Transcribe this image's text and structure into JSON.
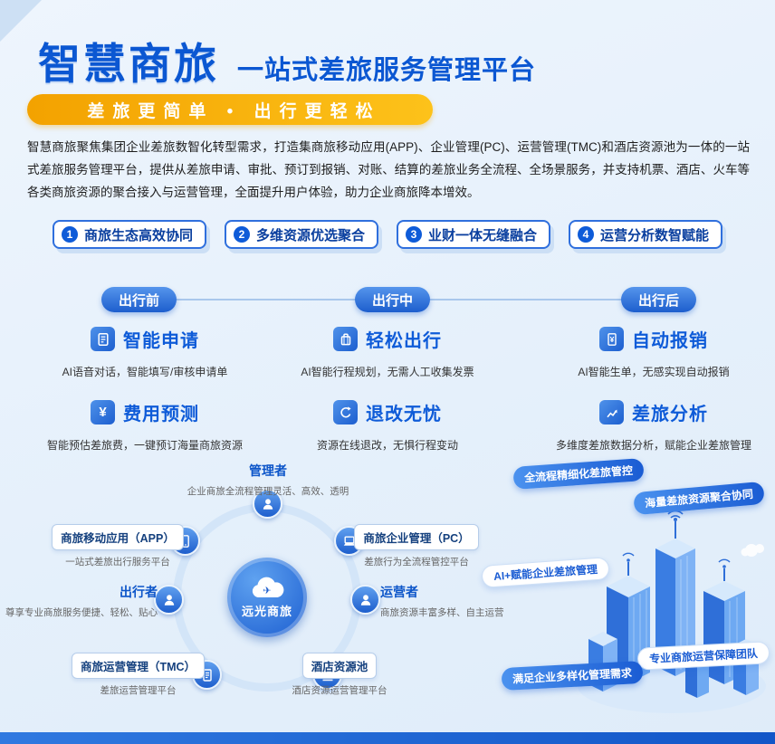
{
  "header": {
    "title": "智慧商旅",
    "subtitle": "一站式差旅服务管理平台",
    "slogan": "差旅更简单 • 出行更轻松"
  },
  "intro": "智慧商旅聚焦集团企业差旅数智化转型需求，打造集商旅移动应用(APP)、企业管理(PC)、运营管理(TMC)和酒店资源池为一体的一站式差旅服务管理平台，提供从差旅申请、审批、预订到报销、对账、结算的差旅业务全流程、全场景服务，并支持机票、酒店、火车等各类商旅资源的聚合接入与运营管理，全面提升用户体验，助力企业商旅降本增效。",
  "features": [
    {
      "num": "1",
      "label": "商旅生态高效协同"
    },
    {
      "num": "2",
      "label": "多维资源优选聚合"
    },
    {
      "num": "3",
      "label": "业财一体无缝融合"
    },
    {
      "num": "4",
      "label": "运营分析数智赋能"
    }
  ],
  "stages": [
    {
      "label": "出行前",
      "items": [
        {
          "icon": "form-icon",
          "title": "智能申请",
          "desc": "AI语音对话，智能填写/审核申请单"
        },
        {
          "icon": "cost-icon",
          "title": "费用预测",
          "desc": "智能预估差旅费，一键预订海量商旅资源"
        }
      ]
    },
    {
      "label": "出行中",
      "items": [
        {
          "icon": "luggage-icon",
          "title": "轻松出行",
          "desc": "AI智能行程规划，无需人工收集发票"
        },
        {
          "icon": "refund-icon",
          "title": "退改无忧",
          "desc": "资源在线退改，无惧行程变动"
        }
      ]
    },
    {
      "label": "出行后",
      "items": [
        {
          "icon": "receipt-icon",
          "title": "自动报销",
          "desc": "AI智能生单，无感实现自动报销"
        },
        {
          "icon": "analysis-icon",
          "title": "差旅分析",
          "desc": "多维度差旅数据分析，赋能企业差旅管理"
        }
      ]
    }
  ],
  "ecosystem": {
    "center": "远光商旅",
    "center_icon": "cloud-plane-icon",
    "nodes": [
      {
        "icon": "person-icon",
        "title": "管理者",
        "desc": "企业商旅全流程管理灵活、高效、透明",
        "boxed": false
      },
      {
        "icon": "phone-icon",
        "title": "商旅移动应用（APP）",
        "desc": "一站式差旅出行服务平台",
        "boxed": true
      },
      {
        "icon": "laptop-icon",
        "title": "商旅企业管理（PC）",
        "desc": "差旅行为全流程管控平台",
        "boxed": true
      },
      {
        "icon": "person-icon",
        "title": "出行者",
        "desc": "尊享专业商旅服务便捷、轻松、贴心",
        "boxed": false
      },
      {
        "icon": "person-icon",
        "title": "运营者",
        "desc": "商旅资源丰富多样、自主运营",
        "boxed": false
      },
      {
        "icon": "document-icon",
        "title": "商旅运营管理（TMC）",
        "desc": "差旅运营管理平台",
        "boxed": true
      },
      {
        "icon": "hotel-icon",
        "title": "酒店资源池",
        "desc": "酒店资源运营管理平台",
        "boxed": true
      }
    ]
  },
  "city_tags": [
    {
      "label": "全流程精细化差旅管控",
      "style": "solid"
    },
    {
      "label": "海量差旅资源聚合协同",
      "style": "solid"
    },
    {
      "label": "AI+赋能企业差旅管理",
      "style": "outline"
    },
    {
      "label": "专业商旅运营保障团队",
      "style": "outline"
    },
    {
      "label": "满足企业多样化管理需求",
      "style": "solid"
    }
  ],
  "colors": {
    "accent": "#0e5bd8",
    "banner_gold": "#f8b000",
    "background": "#e8f2fb",
    "footer_bar": "#1f63d2"
  }
}
